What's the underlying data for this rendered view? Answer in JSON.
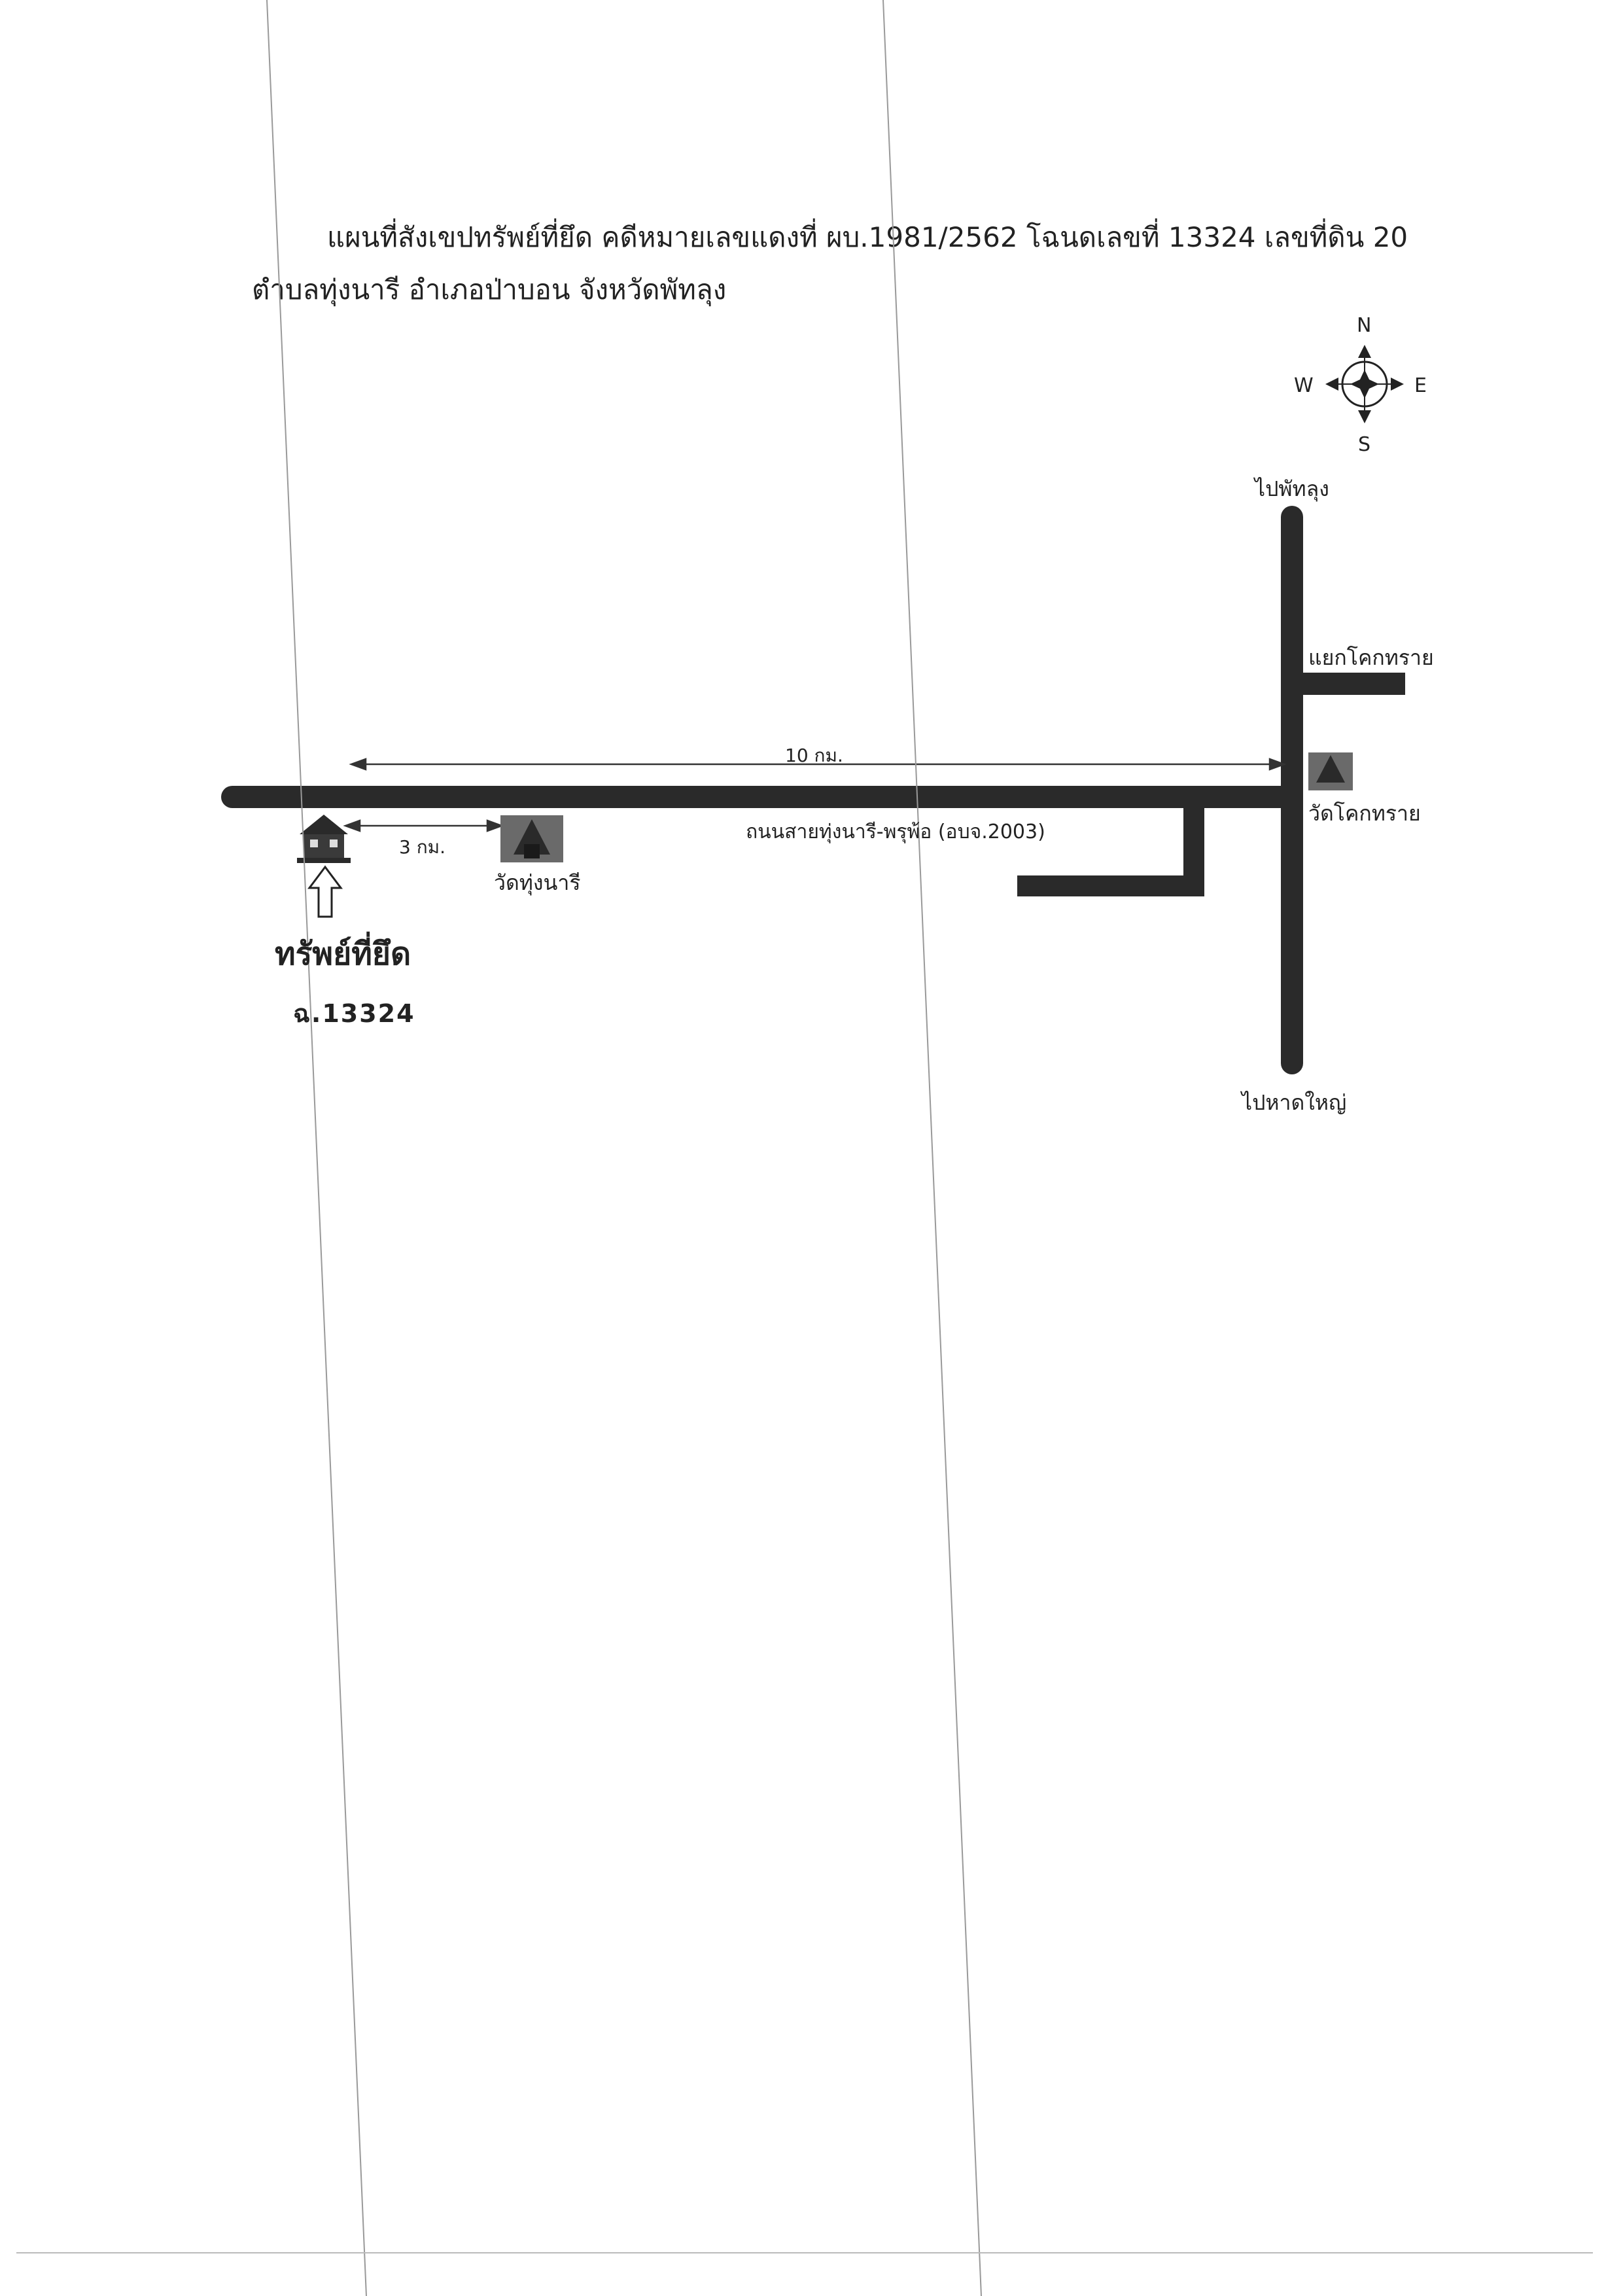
{
  "header": {
    "line1": "แผนที่สังเขปทรัพย์ที่ยึด คดีหมายเลขแดงที่ ผบ.1981/2562  โฉนดเลขที่ 13324   เลขที่ดิน 20",
    "line2": "ตำบลทุ่งนารี  อำเภอป่าบอน  จังหวัดพัทลุง"
  },
  "compass": {
    "n": "N",
    "s": "S",
    "e": "E",
    "w": "W"
  },
  "labels": {
    "to_phatthalung": "ไปพัทลุง",
    "khok_sai_junction": "แยกโคกทราย",
    "wat_khok_sai": "วัดโคกทราย",
    "to_hat_yai": "ไปหาดใหญ่",
    "distance_10": "10 กม.",
    "distance_3": "3 กม.",
    "road_name": "ถนนสายทุ่งนารี-พรุพ้อ (อบจ.2003)",
    "wat_thung_nari": "วัดทุ่งนารี",
    "seized_property": "ทรัพย์ที่ยึด",
    "deed_no": "ฉ.13324"
  },
  "colors": {
    "road": "#2a2a2a",
    "ink": "#222222"
  },
  "icons": [
    "north-arrow-compass-icon",
    "house-icon",
    "temple-icon",
    "up-arrow-icon"
  ]
}
